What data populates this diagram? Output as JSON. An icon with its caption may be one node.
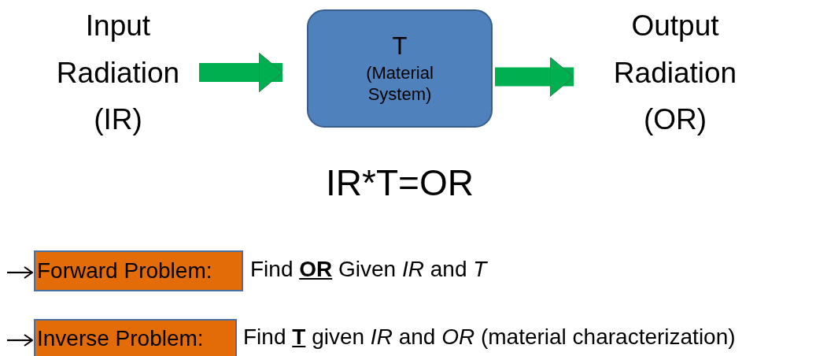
{
  "diagram": {
    "nodes": [
      {
        "text": [
          "Input Radiation (IR)"
        ]
      },
      {
        "text": [
          "T",
          "(Material System)"
        ]
      },
      {
        "text": [
          "Output Radiation (OR)"
        ]
      },
      {
        "text": [
          "Forward Problem:"
        ]
      },
      {
        "text": [
          "Inverse Problem:"
        ]
      }
    ],
    "edges": [
      {
        "from": 0,
        "to": 1,
        "arrow": "to",
        "style": "thick",
        "color": "#00b050"
      },
      {
        "from": 1,
        "to": 2,
        "arrow": "to",
        "style": "thick",
        "color": "#00b050"
      },
      {
        "from": null,
        "to": 3,
        "arrow": "to",
        "color": "#000000"
      },
      {
        "from": null,
        "to": 4,
        "arrow": "to",
        "color": "#000000"
      }
    ],
    "labels": [
      "IR*T=OR",
      "Find **OR** Given *IR* and *T*",
      "Find **T** given *IR* and *OR* (material characterization)"
    ]
  }
}
